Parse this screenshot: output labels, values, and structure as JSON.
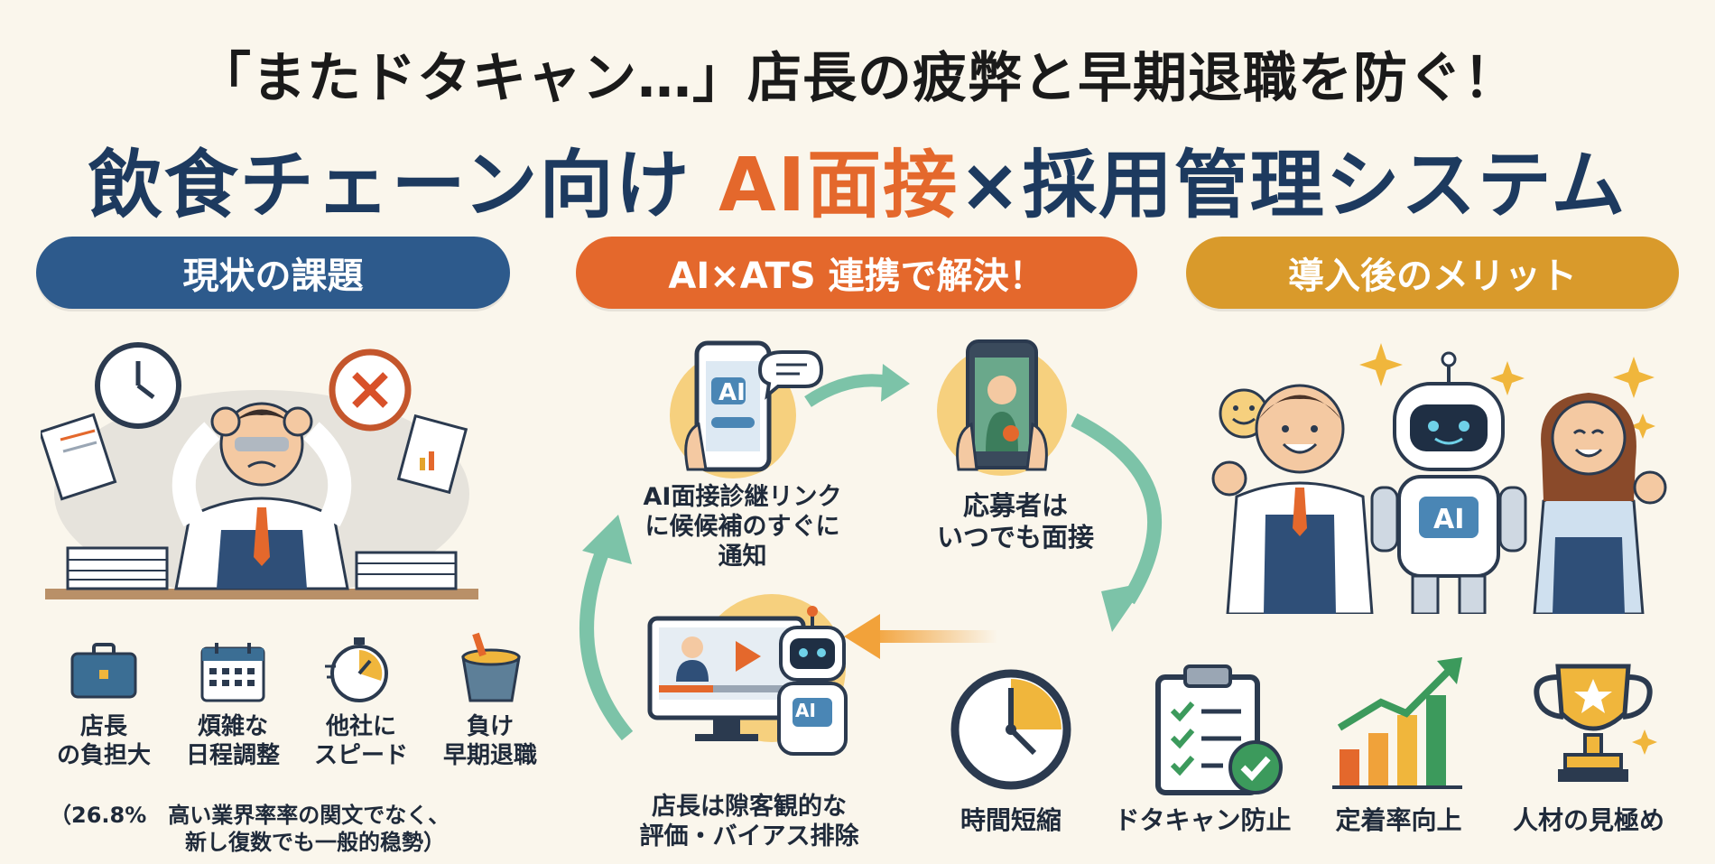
{
  "title": {
    "line1": "「またドタキャン…」店長の疲弊と早期退職を防ぐ！",
    "line2_pre": "飲食チェーン向け ",
    "line2_accent": "AI面接",
    "line2_post": "×採用管理システム"
  },
  "sections": {
    "problems": "現状の課題",
    "solution": "AI×ATS 連携で解決！",
    "benefits": "導入後のメリット"
  },
  "problem_items": [
    {
      "icon": "briefcase-icon",
      "line1": "店長",
      "line2": "の負担大"
    },
    {
      "icon": "calendar-icon",
      "line1": "煩雑な",
      "line2": "日程調整"
    },
    {
      "icon": "stopwatch-icon",
      "line1": "他社に",
      "line2": "スピード"
    },
    {
      "icon": "bucket-icon",
      "line1": "負け",
      "line2": "早期退職"
    }
  ],
  "problem_note": {
    "line1": "（26.8%　高い業界率率の関文でなく、",
    "line2": "新し復数でも一般的稳勢）"
  },
  "flow_steps": [
    {
      "icon": "phone-chat-icon",
      "line1": "AI面接診継リンク",
      "line2": "に候候補のすぐに",
      "line3": "通知"
    },
    {
      "icon": "phone-video-icon",
      "line1": "応募者は",
      "line2": "いつでも面接"
    },
    {
      "icon": "monitor-robot-icon",
      "line1": "店長は隙客観的な",
      "line2": "評価・バイアス排除"
    }
  ],
  "ai_badge": "AI",
  "benefit_items": [
    {
      "icon": "clock-icon",
      "label": "時間短縮"
    },
    {
      "icon": "clipboard-check-icon",
      "label": "ドタキャン防止"
    },
    {
      "icon": "growth-chart-icon",
      "label": "定着率向上"
    },
    {
      "icon": "trophy-icon",
      "label": "人材の見極め"
    }
  ],
  "colors": {
    "navy": "#1d3a5f",
    "orange": "#e4682c",
    "gold": "#d99a2b",
    "teal": "#7cc3a8",
    "background": "#faf6ec"
  }
}
